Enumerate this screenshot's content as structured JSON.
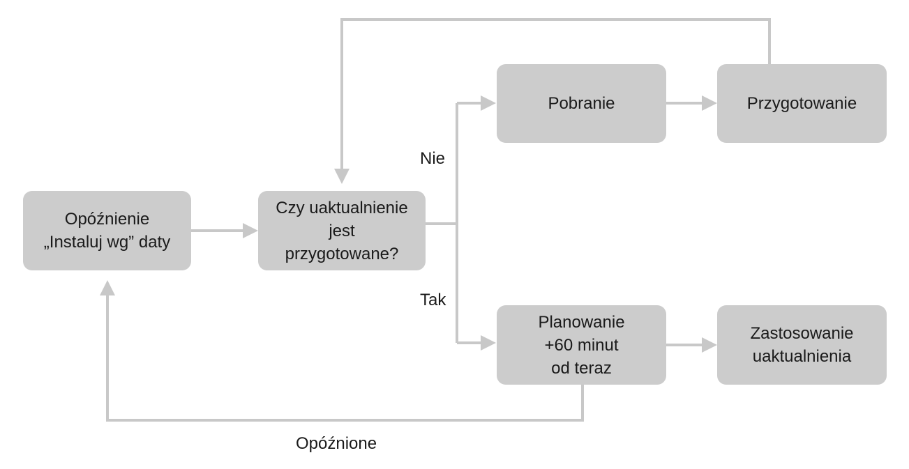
{
  "nodes": {
    "delay": "Opóźnienie\n„Instaluj wg” daty",
    "prepared_question": "Czy uaktualnienie\njest\nprzygotowane?",
    "download": "Pobranie",
    "prepare": "Przygotowanie",
    "schedule": "Planowanie\n+60 minut\nod teraz",
    "apply": "Zastosowanie\nuaktualnienia"
  },
  "edge_labels": {
    "no": "Nie",
    "yes": "Tak",
    "delayed": "Opóźnione"
  },
  "colors": {
    "node_fill": "#cccccc",
    "connector": "#c8c8c8",
    "text": "#1a1a1a"
  }
}
